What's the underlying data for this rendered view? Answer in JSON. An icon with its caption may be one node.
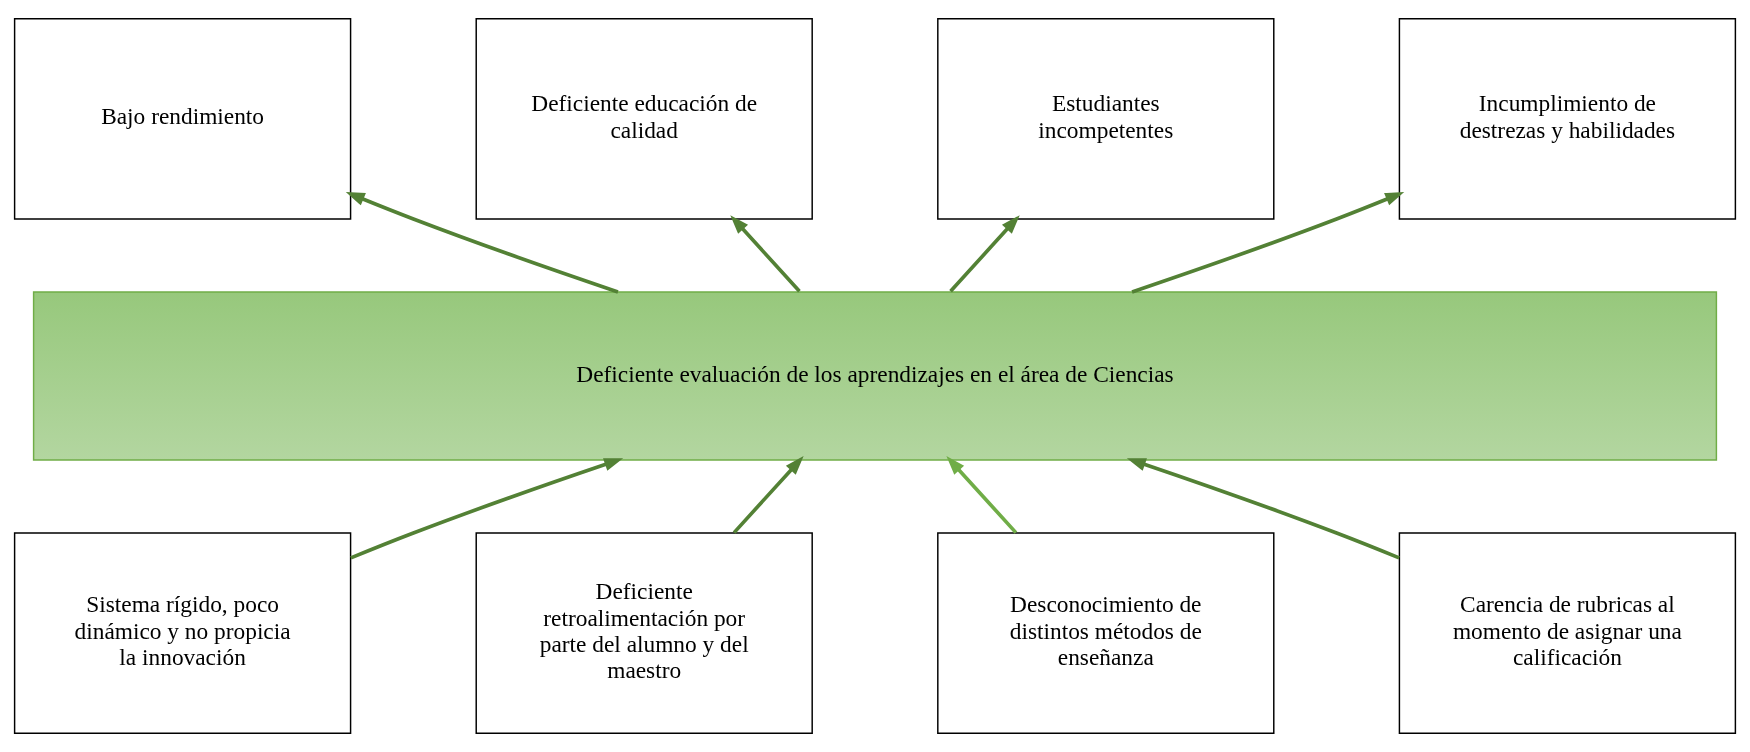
{
  "diagram": {
    "nodes": [
      {
        "text": [
          "Bajo rendimiento"
        ]
      },
      {
        "text": [
          "Deficiente educación de calidad"
        ]
      },
      {
        "text": [
          "Estudiantes incompetentes"
        ]
      },
      {
        "text": [
          "Incumplimiento de destrezas y habilidades"
        ]
      },
      {
        "text": [
          "Deficiente evaluación de los aprendizajes en el área de Ciencias"
        ]
      },
      {
        "text": [
          "Sistema rígido, poco dinámico y no propicia la innovación"
        ]
      },
      {
        "text": [
          "Deficiente retroalimentación por parte del alumno y del maestro"
        ]
      },
      {
        "text": [
          "Desconocimiento de distintos métodos de enseñanza"
        ]
      },
      {
        "text": [
          "Carencia de rubricas al momento de asignar una calificación"
        ]
      }
    ],
    "edges": [
      {
        "from": 4,
        "to": 0,
        "arrow": "to"
      },
      {
        "from": 4,
        "to": 1,
        "arrow": "to"
      },
      {
        "from": 4,
        "to": 2,
        "arrow": "to"
      },
      {
        "from": 4,
        "to": 3,
        "arrow": "to"
      },
      {
        "from": 5,
        "to": 4,
        "arrow": "to"
      },
      {
        "from": 6,
        "to": 4,
        "arrow": "to"
      },
      {
        "from": 7,
        "to": 4,
        "arrow": "to",
        "color": "#70ad47"
      },
      {
        "from": 8,
        "to": 4,
        "arrow": "to"
      }
    ]
  }
}
